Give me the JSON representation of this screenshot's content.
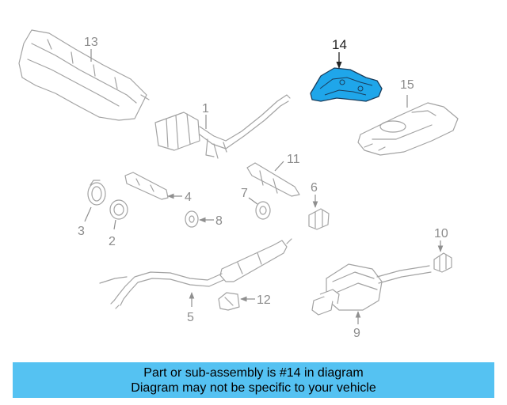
{
  "highlight_color": "#1fa6ea",
  "banner": {
    "line1": "Part or sub-assembly is #14 in diagram",
    "line2": "Diagram may not be specific to your vehicle",
    "color": "#55c2f2"
  },
  "callouts": {
    "c1": "1",
    "c2": "2",
    "c3": "3",
    "c4": "4",
    "c5": "5",
    "c6": "6",
    "c7": "7",
    "c8": "8",
    "c9": "9",
    "c10": "10",
    "c11": "11",
    "c12": "12",
    "c13": "13",
    "c14": "14",
    "c15": "15"
  }
}
